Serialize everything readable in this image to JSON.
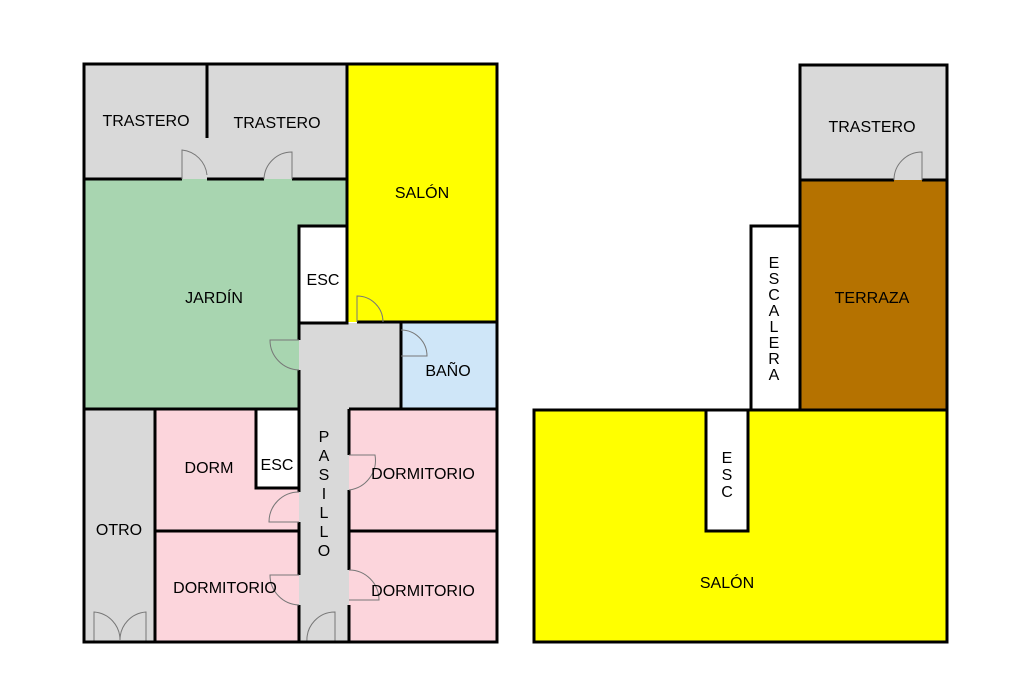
{
  "rooms": {
    "trastero_1": "TRASTERO",
    "trastero_2": "TRASTERO",
    "salon_1": "SALÓN",
    "jardin": "JARDÍN",
    "esc_1": "ESC",
    "bano": "BAÑO",
    "otro": "OTRO",
    "dorm": "DORM",
    "esc_2": "ESC",
    "pasillo": [
      "P",
      "A",
      "S",
      "I",
      "L",
      "L",
      "O"
    ],
    "dormitorio_1": "DORMITORIO",
    "dormitorio_2": "DORMITORIO",
    "dormitorio_3": "DORMITORIO",
    "trastero_3": "TRASTERO",
    "terraza": "TERRAZA",
    "escalera": [
      "E",
      "S",
      "C",
      "A",
      "L",
      "E",
      "R",
      "A"
    ],
    "esc_3": [
      "E",
      "S",
      "C"
    ],
    "salon_2": "SALÓN"
  },
  "colors": {
    "storage": "#d9d9d9",
    "living": "#ffff00",
    "garden": "#a8d5b0",
    "bath": "#cfe6f8",
    "bedroom": "#fcd5dc",
    "terrace": "#b57200",
    "stair": "#ffffff"
  }
}
